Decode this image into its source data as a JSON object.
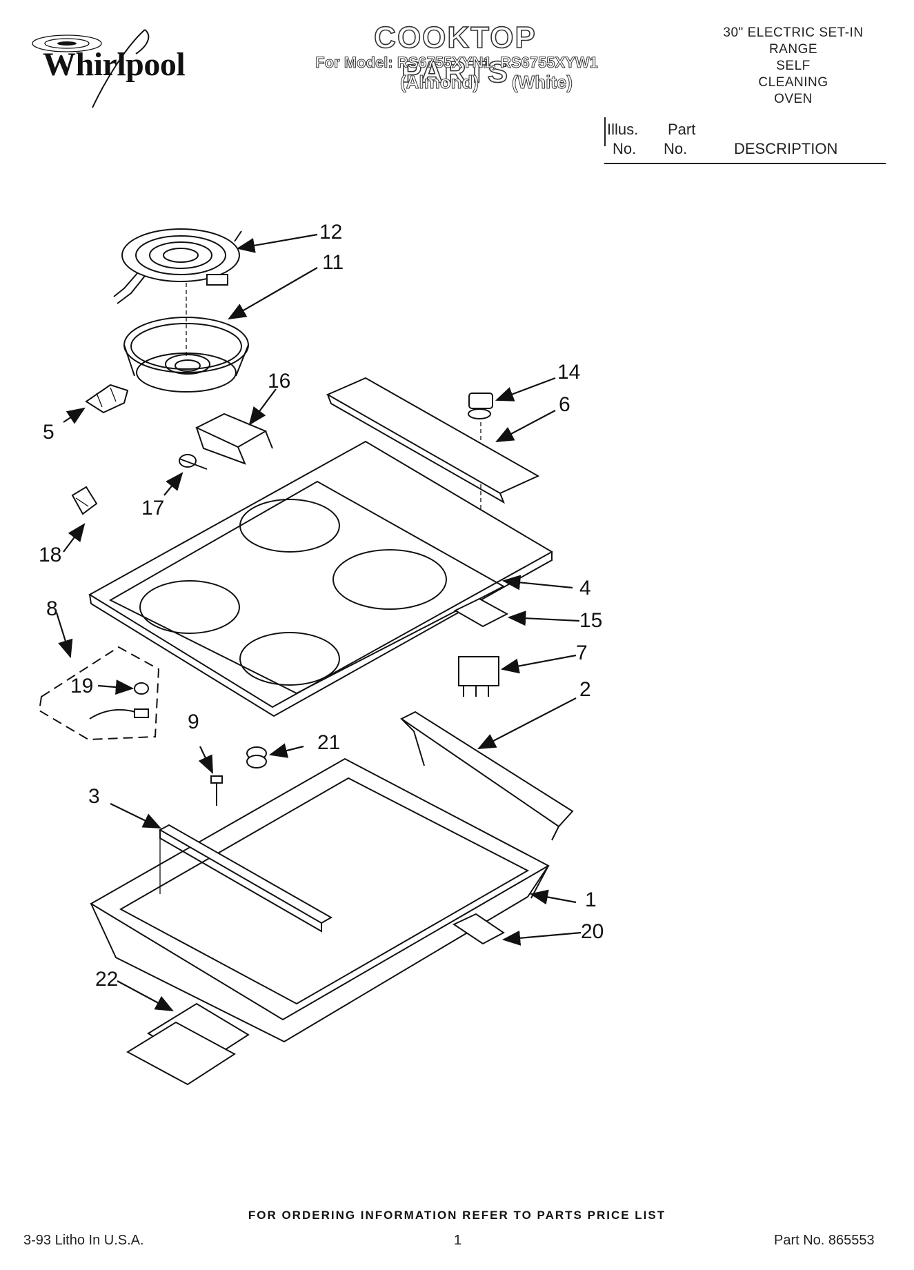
{
  "brand": {
    "name": "Whirlpool"
  },
  "header": {
    "title": "COOKTOP PARTS",
    "models": "For Model: RS6755XYN1, RS6755XYW1",
    "color_1": "(Almond)",
    "color_2": "(White)",
    "range_type": [
      "30\" ELECTRIC SET-IN",
      "RANGE",
      "SELF",
      "CLEANING",
      "OVEN"
    ]
  },
  "parts_table": {
    "col_illus": [
      "Illus.",
      "No."
    ],
    "col_part": [
      "Part",
      "No."
    ],
    "col_desc": "DESCRIPTION"
  },
  "callouts": [
    "12",
    "11",
    "14",
    "16",
    "6",
    "5",
    "17",
    "18",
    "4",
    "15",
    "8",
    "7",
    "19",
    "2",
    "9",
    "21",
    "3",
    "1",
    "20",
    "22"
  ],
  "footer": {
    "ordering": "FOR ORDERING INFORMATION REFER TO PARTS PRICE LIST",
    "lithe": "3-93 Litho In U.S.A.",
    "page": "1",
    "part_no": "Part No. 865553"
  },
  "colors": {
    "ink": "#111111",
    "paper": "#ffffff"
  }
}
